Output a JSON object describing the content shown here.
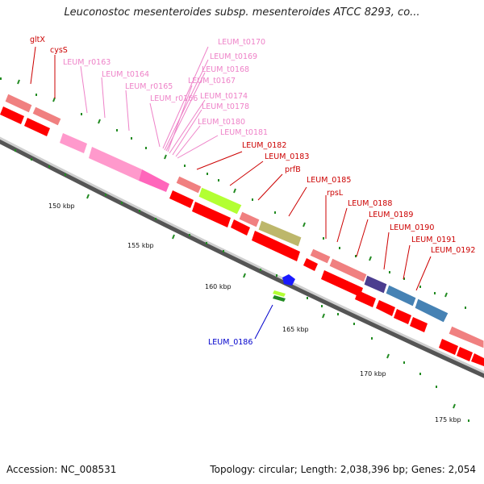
{
  "title": "Leuconostoc mesenteroides subsp. mesenteroides ATCC 8293, co...",
  "footer": {
    "accession": "Accession: NC_008531",
    "topology": "Topology: circular; Length: 2,038,396 bp; Genes: 2,054"
  },
  "colors": {
    "cds_red": "#ff0000",
    "cds_pale": "#f08080",
    "rna_pink": "#ff99cc",
    "rrna_green": "#b3ff33",
    "olive": "#bdb76b",
    "navy": "#4b3d8f",
    "steel_blue": "#4682b4",
    "blue_label": "#0000cc",
    "red_label": "#cc0000",
    "pink_label": "#ee82c8",
    "tick_green": "#228b22"
  },
  "scale_labels": [
    "150 kbp",
    "155 kbp",
    "160 kbp",
    "165 kbp",
    "170 kbp",
    "175 kbp"
  ],
  "gene_labels": {
    "red": [
      "gltX",
      "cysS",
      "LEUM_0182",
      "LEUM_0183",
      "prfB",
      "LEUM_0185",
      "rpsL",
      "LEUM_0188",
      "LEUM_0189",
      "LEUM_0190",
      "LEUM_0191",
      "LEUM_0192"
    ],
    "pink": [
      "LEUM_r0163",
      "LEUM_t0164",
      "LEUM_r0165",
      "LEUM_r0166",
      "LEUM_t0167",
      "LEUM_t0168",
      "LEUM_t0169",
      "LEUM_t0170",
      "LEUM_t0174",
      "LEUM_t0178",
      "LEUM_t0180",
      "LEUM_t0181"
    ],
    "blue": [
      "LEUM_0186"
    ]
  }
}
